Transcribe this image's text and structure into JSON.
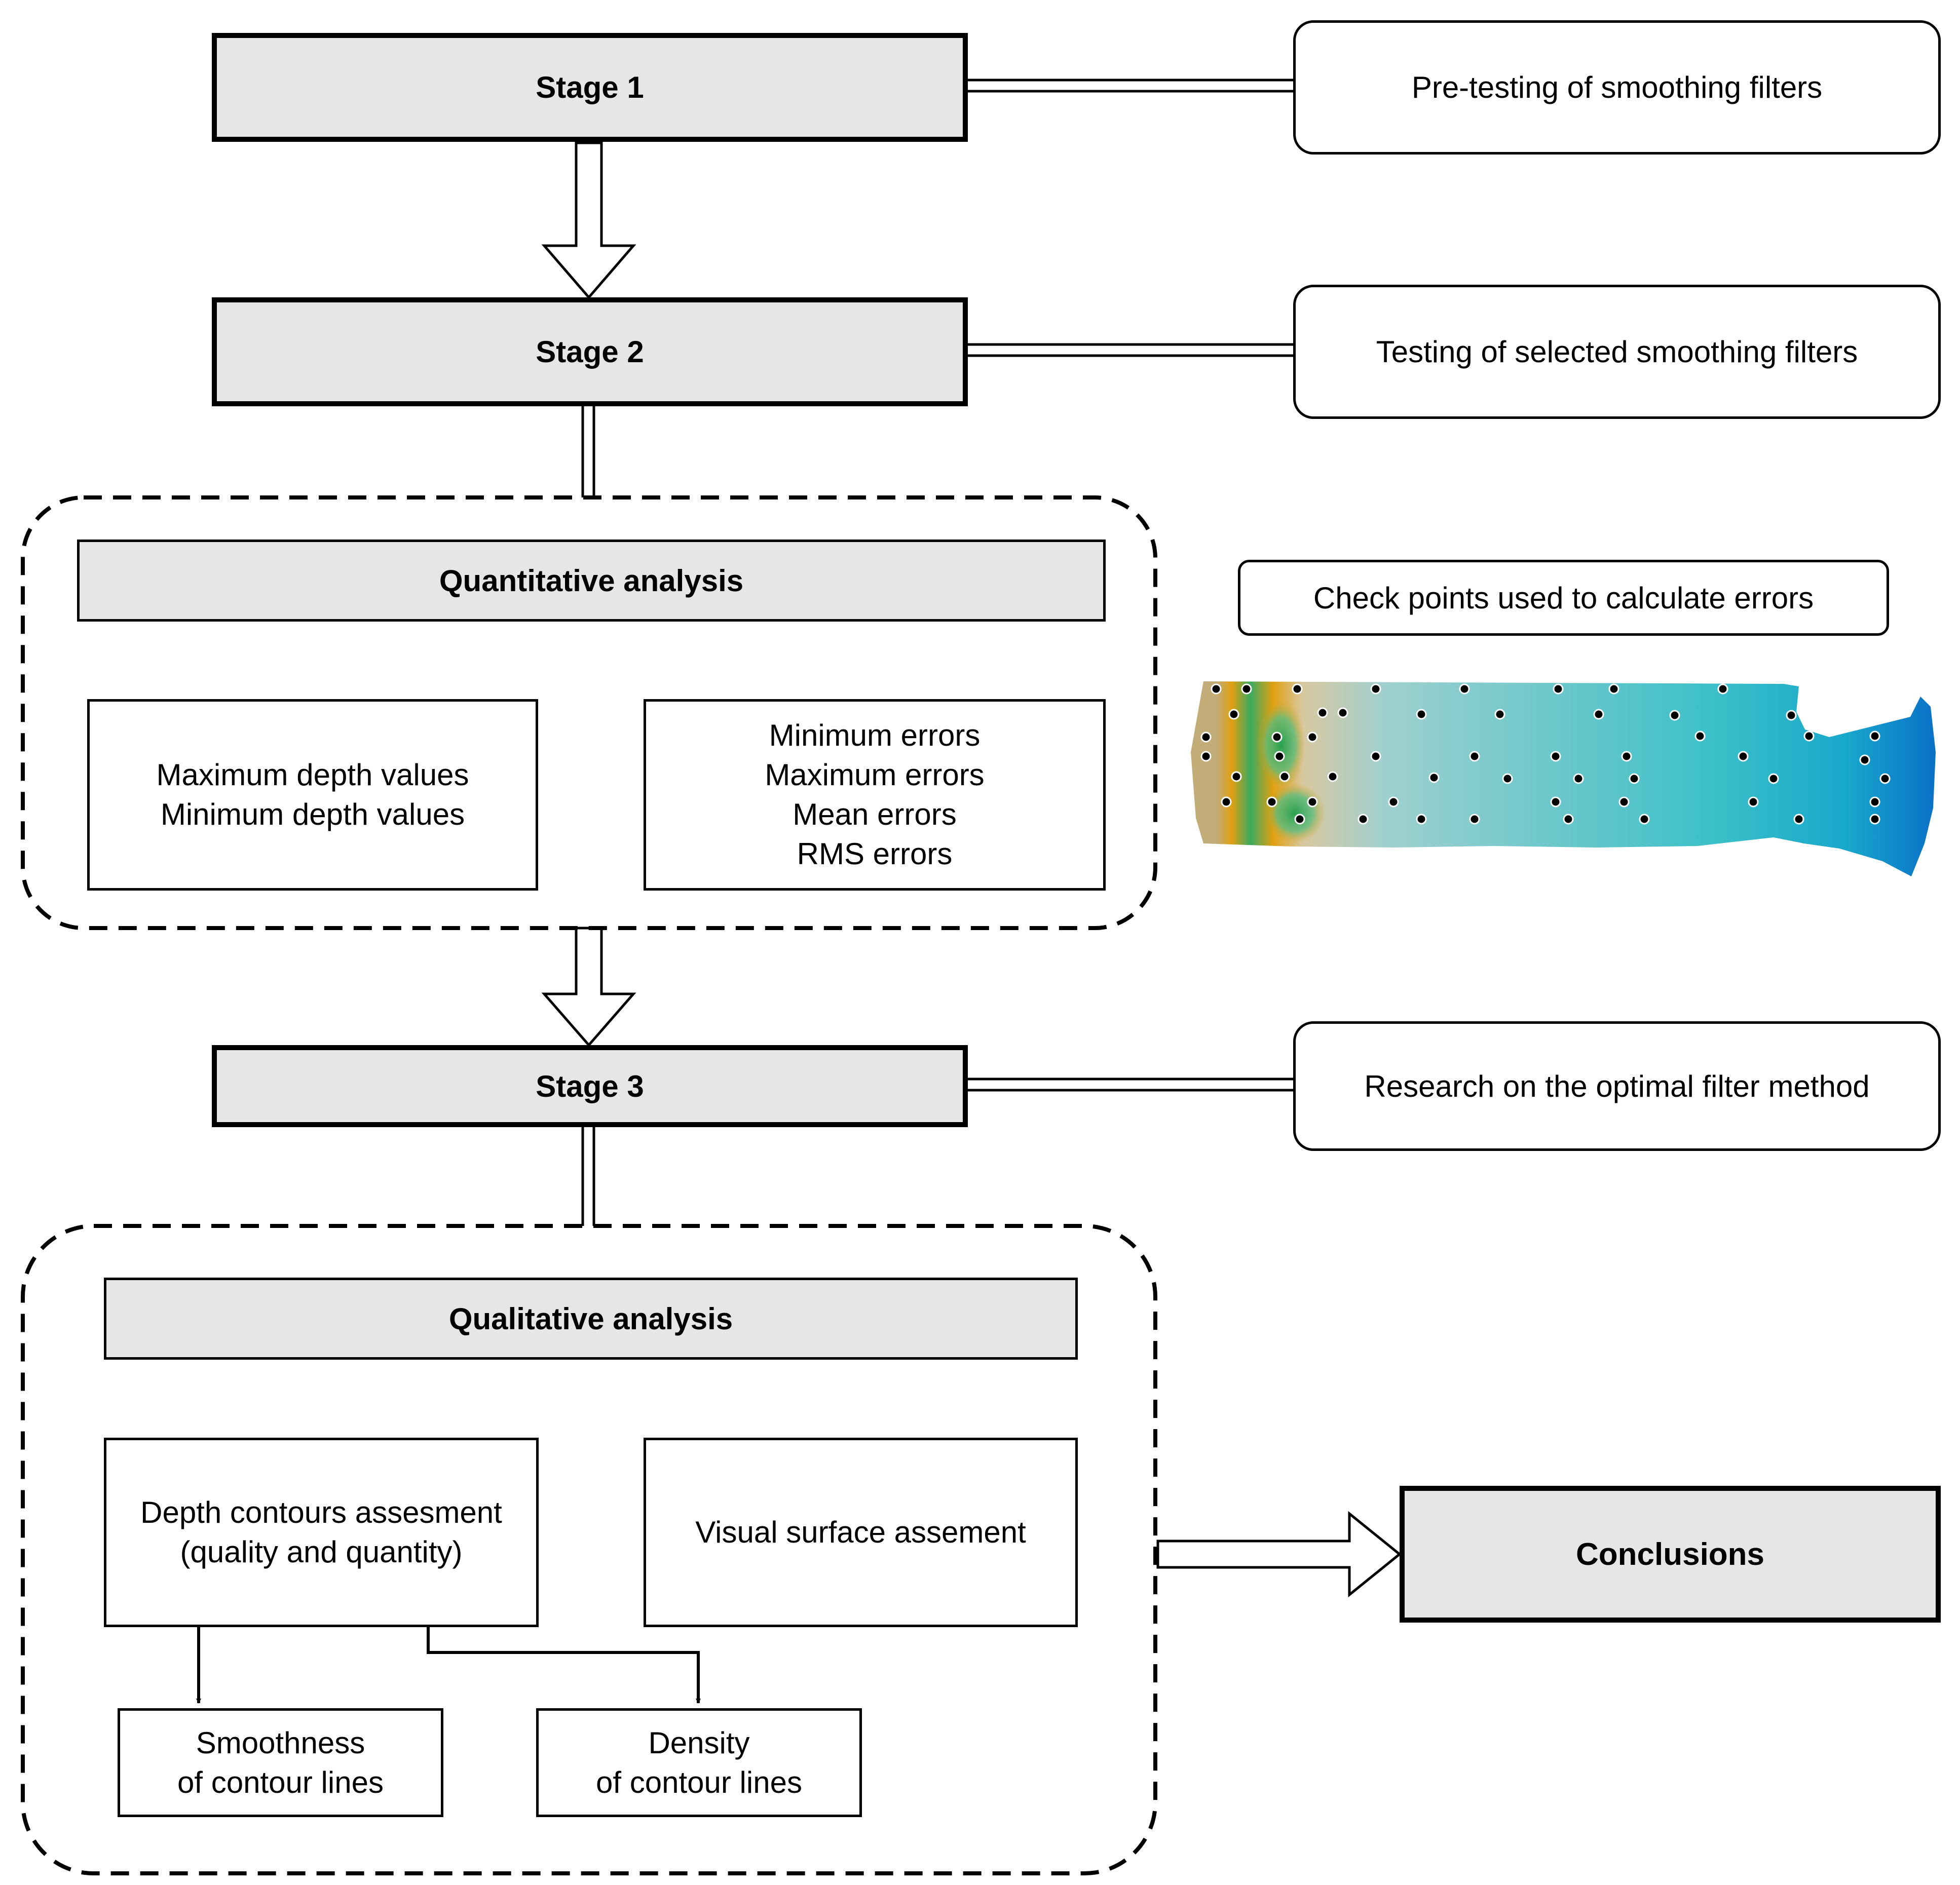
{
  "stages": [
    {
      "id": "stage-1",
      "label": "Stage 1",
      "description": "Pre-testing of smoothing filters"
    },
    {
      "id": "stage-2",
      "label": "Stage 2",
      "description": "Testing of selected smoothing filters"
    },
    {
      "id": "stage-3",
      "label": "Stage 3",
      "description": "Research on the optimal filter method"
    }
  ],
  "quantitative": {
    "title": "Quantitative analysis",
    "depth_values": [
      "Maximum depth values",
      "Minimum depth values"
    ],
    "errors": [
      "Minimum errors",
      "Maximum errors",
      "Mean errors",
      "RMS errors"
    ]
  },
  "checkpoints_label": "Check points used to calculate errors",
  "qualitative": {
    "title": "Qualitative analysis",
    "contours": [
      "Depth contours assesment",
      "(quality and quantity)"
    ],
    "visual": "Visual surface assement",
    "smoothness": [
      "Smoothness",
      "of contour lines"
    ],
    "density": [
      "Density",
      "of contour lines"
    ]
  },
  "conclusions": "Conclusions",
  "map_colors": {
    "shore": "#c2ac78",
    "ridge": "#e0a010",
    "trough": "#3aaa60",
    "shallow": "#9fd0cf",
    "deep": "#0a70c8"
  }
}
